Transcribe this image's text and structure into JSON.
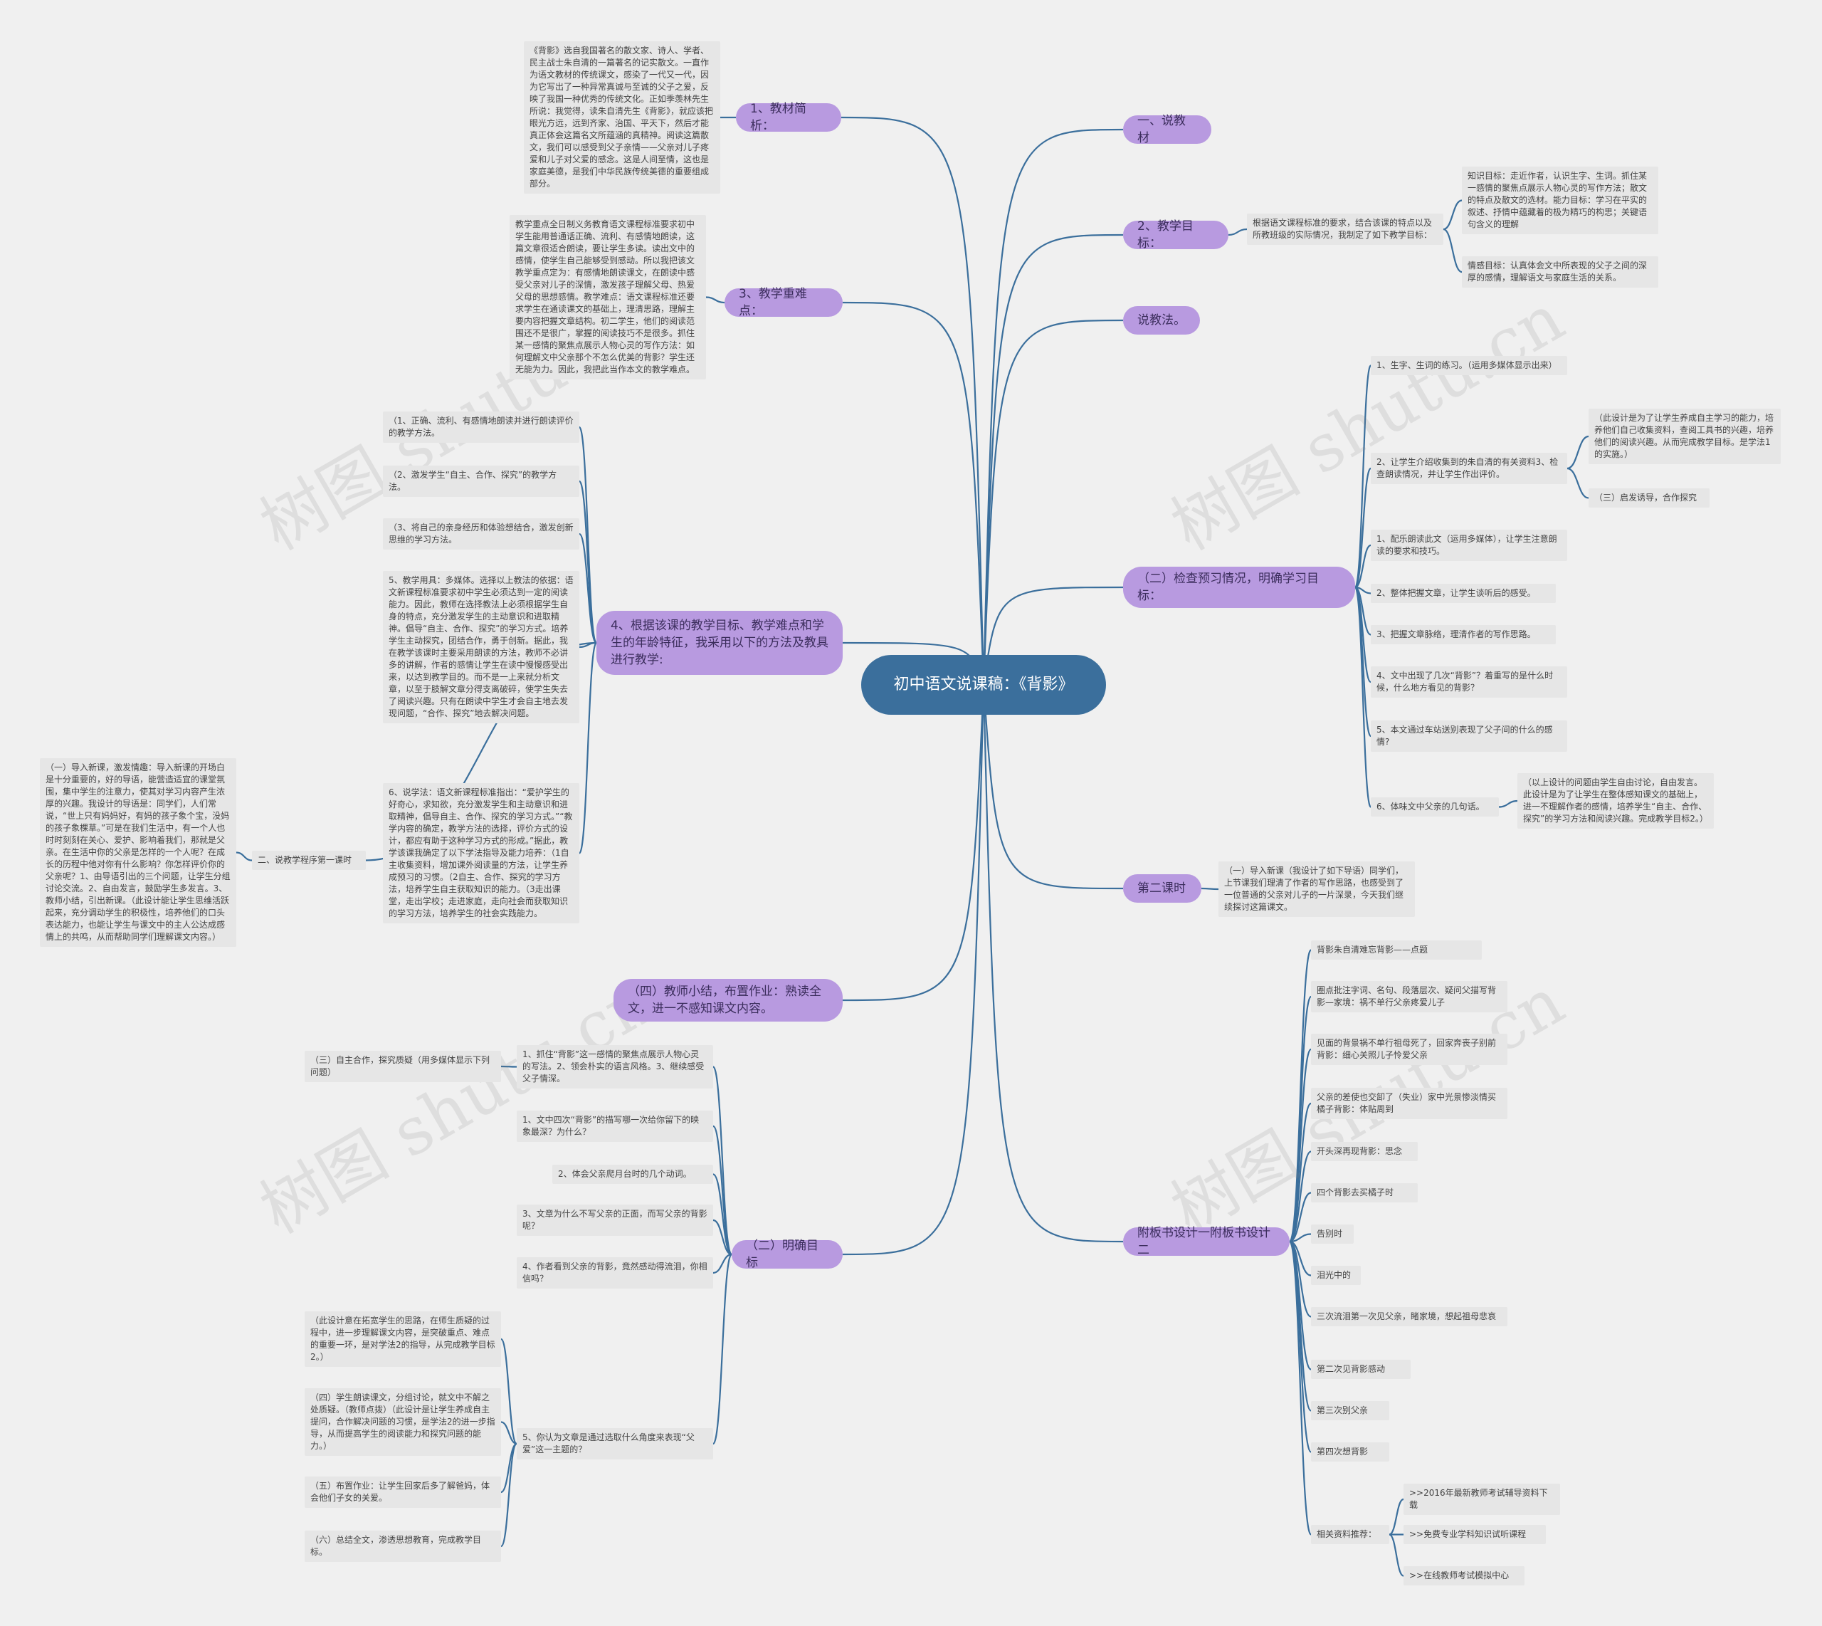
{
  "root": "初中语文说课稿：《背影》",
  "watermark": "树图 shutu.cn",
  "colors": {
    "background": "#f0f0f0",
    "root": "#3b6f9c",
    "branch": "#b89ae0",
    "leaf": "#e6e6e6",
    "line": "#3b6f9c"
  },
  "right": {
    "b1": {
      "label": "一、说教材"
    },
    "b2": {
      "label": "2、教学目标：",
      "mid": "根据语文课程标准的要求，结合该课的特点以及所教班级的实际情况，我制定了如下教学目标：",
      "l1": "知识目标：走近作者，认识生字、生词。抓住某一感情的聚焦点展示人物心灵的写作方法；散文的特点及散文的选材。能力目标：学习在平实的叙述、抒情中蕴藏着的极为精巧的构思；关键语句含义的理解",
      "l2": "情感目标：认真体会文中所表现的父子之间的深厚的感情，理解语文与家庭生活的关系。"
    },
    "b3": {
      "label": "说教法。"
    },
    "b4": {
      "label": "（二）检查预习情况，明确学习目标：",
      "c1": "1、生字、生词的练习。（运用多媒体显示出来）",
      "c2": "2、让学生介绍收集到的朱自清的有关资料3、检查朗读情况，并让学生作出评价。",
      "c2a": "（此设计是为了让学生养成自主学习的能力，培养他们自己收集资料，查阅工具书的兴趣，培养他们的阅读兴趣。从而完成教学目标。是学法1的实施。）",
      "c2b": "（三）启发诱导，合作探究",
      "c3": "1、配乐朗读此文（运用多媒体），让学生注意朗读的要求和技巧。",
      "c4": "2、整体把握文章，让学生谈听后的感受。",
      "c5": "3、把握文章脉络，理清作者的写作思路。",
      "c6": "4、文中出现了几次“背影”？着重写的是什么时候，什么地方看见的背影？",
      "c7": "5、本文通过车站送别表现了父子间的什么的感情?",
      "c8": "6、体味文中父亲的几句话。",
      "c8a": "（以上设计的问题由学生自由讨论，自由发言。此设计是为了让学生在整体感知课文的基础上，进一不理解作者的感情，培养学生“自主、合作、探究”的学习方法和阅读兴趣。完成教学目标2。）"
    },
    "b5": {
      "label": "第二课时",
      "c1": "（一）导入新课（我设计了如下导语）同学们，上节课我们理清了作者的写作思路，也感受到了一位普通的父亲对儿子的一片深录，今天我们继续探讨这篇课文。"
    },
    "b6": {
      "label": "附板书设计一附板书设计二",
      "items": [
        "背影朱自清难忘背影——点题",
        "圈点批注字词、名句、段落层次、疑问父描写背影—家境：祸不单行父亲疼爱儿子",
        "见面的背景祸不单行祖母死了，回家奔丧子别前背影：细心关照儿子怜爱父亲",
        "父亲的差使也交卸了（失业）家中光景惨淡情买橘子背影：体贴周到",
        "开头深再现背影：思念",
        "四个背影去买橘子时",
        "告别时",
        "泪光中的",
        "三次流泪第一次见父亲，睹家境，想起祖母悲哀",
        "第二次见背影感动",
        "第三次别父亲",
        "第四次想背影",
        "相关资料推荐："
      ],
      "links": [
        ">>2016年最新教师考试辅导资料下载",
        ">>免费专业学科知识试听课程",
        ">>在线教师考试模拟中心"
      ]
    }
  },
  "left": {
    "b1": {
      "label": "1、教材简析：",
      "text": "《背影》选自我国著名的散文家、诗人、学者、民主战士朱自清的一篇著名的记实散文。一直作为语文教材的传统课文，感染了一代又一代，因为它写出了一种异常真诚与至诚的父子之爱，反映了我国一种优秀的传统文化。正如季羡林先生所说：我觉得，读朱自清先生《背影》，就应该把眼光方远，远到齐家、治国、平天下，然后才能真正体会这篇名文所蕴涵的真精神。阅读这篇散文，我们可以感受到父子亲情——父亲对儿子疼爱和儿子对父爱的感念。这是人间至情，这也是家庭美德，是我们中华民族传统美德的重要组成部分。"
    },
    "b2": {
      "label": "3、教学重难点：",
      "text": "教学重点全日制义务教育语文课程标准要求初中学生能用普通话正确、流利、有感情地朗读，这篇文章很适合朗读，要让学生多读。读出文中的感情，使学生自己能够受到感动。所以我把该文教学重点定为：有感情地朗读课文，在朗读中感受父亲对儿子的深情，激发孩子理解父母、热爱父母的思想感情。教学难点：语文课程标准还要求学生在通读课文的基础上，理清思路，理解主要内容把握文章结构。初二学生，他们的阅读范围还不是很广，掌握的阅读技巧不是很多。抓住某一感情的聚焦点展示人物心灵的写作方法：如何理解文中父亲那个不怎么优美的背影？学生还无能为力。因此，我把此当作本文的教学难点。"
    },
    "b3": {
      "label": "4、根据该课的教学目标、教学难点和学生的年龄特征，我采用以下的方法及教具进行教学:",
      "c1": "（1、正确、流利、有感情地朗读并进行朗读评价的教学方法。",
      "c2": "（2、激发学生“自主、合作、探究”的教学方法。",
      "c3": "（3、将自己的亲身经历和体验想结合，激发创新思维的学习方法。",
      "c4": "5、教学用具：多媒体。选择以上教法的依据：语文新课程标准要求初中学生必须达到一定的阅读能力。因此，教师在选择教法上必须根据学生自身的特点，充分激发学生的主动意识和进取精神。倡导“自主、合作、探究”的学习方式。培养学生主动探究，团结合作，勇于创新。据此，我在教学该课时主要采用朗读的方法，教师不必讲多的讲解，作者的感情让学生在读中慢慢感受出来，以达到教学目的。而不是一上来就分析文章，以至于肢解文章分得支离破碎，使学生失去了阅读兴趣。只有在朗读中学生才会自主地去发现问题，“合作、探究”地去解决问题。",
      "c5": "6、说学法：语文新课程标准指出：“爱护学生的好奇心，求知欲，充分激发学生和主动意识和进取精神，倡导自主、合作、探究的学习方式。”“教学内容的确定，教学方法的选择，评价方式的设计，都应有助于这种学习方式的形成。”据此，教学该课我确定了以下学法指导及能力培养：（1自主收集资料，增加课外阅读量的方法，让学生养成预习的习惯。（2自主、合作、探究的学习方法，培养学生自主获取知识的能力。（3走出课堂，走出学校；走进家庭，走向社会而获取知识的学习方法，培养学生的社会实践能力。",
      "c6": "二、说教学程序第一课时",
      "c6a": "（一）导入新课，激发情趣：导入新课的开场白是十分重要的，好的导语，能营造适宜的课堂氛围，集中学生的注意力，使其对学习内容产生浓厚的兴趣。我设计的导语是：同学们，人们常说，“世上只有妈妈好，有妈的孩子象个宝，没妈的孩子象棵草。”可是在我们生活中，有一个人也时时刻刻在关心、爱护、影响着我们，那就是父亲。在生活中你的父亲是怎样的一个人呢？在成长的历程中他对你有什么影响？你怎样评价你的父亲呢？1、由导语引出的三个问题，让学生分组讨论交流。2、自由发言，鼓励学生多发言。3、教师小结，引出新课。（此设计能让学生思维活跃起来，充分调动学生的积极性，培养他们的口头表达能力，也能让学生与课文中的主人公达成感情上的共鸣，从而帮助同学们理解课文内容。）"
    },
    "b4": {
      "label": "（四）教师小结，布置作业：熟读全文，进一不感知课文内容。"
    },
    "b5": {
      "label": "（二）明确目标",
      "c1": "1、抓住“背影”这一感情的聚焦点展示人物心灵的写法。2、领会朴实的语言风格。3、继续感受父子情深。",
      "c1a": "（三）自主合作，探究质疑（用多媒体显示下列问题）",
      "c2": "1、文中四次“背影”的描写哪一次给你留下的映象最深？为什么？",
      "c3": "2、体会父亲爬月台时的几个动词。",
      "c4": "3、文章为什么不写父亲的正面，而写父亲的背影呢？",
      "c5": "4、作者看到父亲的背影，竟然感动得流泪，你相信吗？",
      "c6": "5、你认为文章是通过选取什么角度来表现“父爱”这一主题的？",
      "c6a": "（此设计意在拓宽学生的思路，在师生质疑的过程中，进一步理解课文内容，是突破重点、难点的重要一环，是对学法2的指导，从完成教学目标2。）",
      "c6b": "（四）学生朗读课文，分组讨论，就文中不解之处质疑。（教师点拨）（此设计是让学生养成自主提问，合作解决问题的习惯，是学法2的进一步指导，从而提高学生的阅读能力和探究问题的能力。）",
      "c6c": "（五）布置作业：让学生回家后多了解爸妈，体会他们子女的关爱。",
      "c6d": "（六）总结全文，渗透思想教育，完成教学目标。"
    }
  }
}
